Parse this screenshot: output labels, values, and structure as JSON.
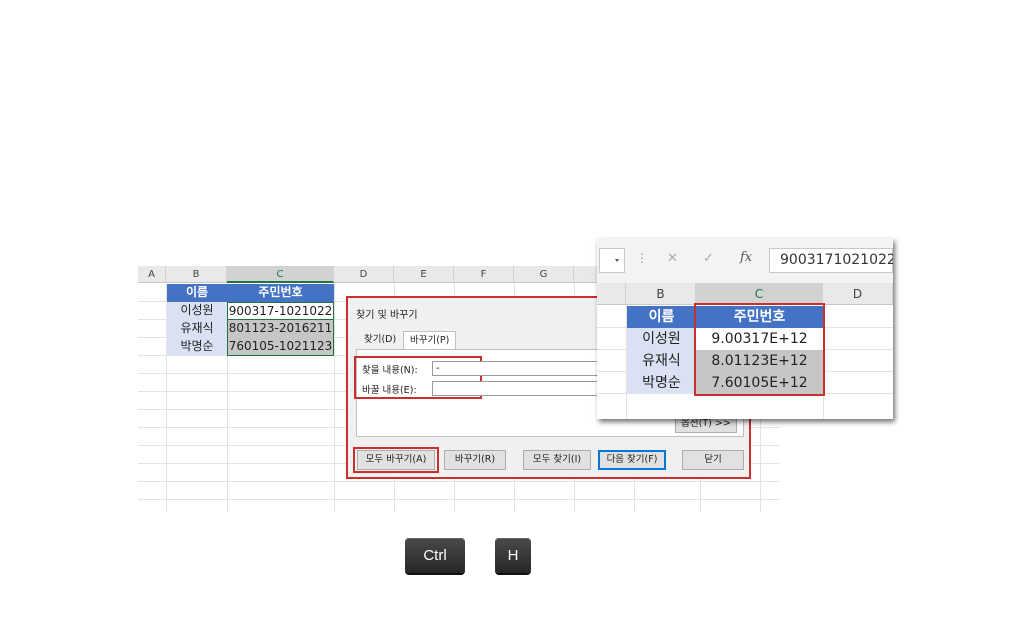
{
  "sheet": {
    "columns": [
      "A",
      "B",
      "C",
      "D",
      "E",
      "F",
      "G"
    ],
    "header_name": "이름",
    "header_id": "주민번호",
    "rows": [
      {
        "name": "이성원",
        "id": "900317-1021022"
      },
      {
        "name": "유재식",
        "id": "801123-2016211"
      },
      {
        "name": "박명순",
        "id": "760105-1021123"
      }
    ]
  },
  "dialog": {
    "title": "찾기 및 바꾸기",
    "tab_find": "찾기(D)",
    "tab_replace": "바꾸기(P)",
    "find_label": "찾을 내용(N):",
    "find_value": "-",
    "replace_label": "바꿀 내용(E):",
    "replace_value": "",
    "options_button": "옵션(T) >>",
    "replace_all_button": "모두 바꾸기(A)",
    "replace_button": "바꾸기(R)",
    "find_all_button": "모두 찾기(I)",
    "find_next_button": "다음 찾기(F)",
    "close_button": "닫기"
  },
  "inset": {
    "formula_value": "9003171021022",
    "fx_label": "fx",
    "columns": [
      "B",
      "C",
      "D"
    ],
    "header_name": "이름",
    "header_id": "주민번호",
    "rows": [
      {
        "name": "이성원",
        "id": "9.00317E+12"
      },
      {
        "name": "유재식",
        "id": "8.01123E+12"
      },
      {
        "name": "박명순",
        "id": "7.60105E+12"
      }
    ]
  },
  "keys": {
    "ctrl": "Ctrl",
    "h": "H"
  },
  "colors": {
    "accent_red": "#c9302c",
    "header_blue": "#4472c4",
    "name_fill": "#d9e1f2",
    "excel_green": "#217346"
  }
}
